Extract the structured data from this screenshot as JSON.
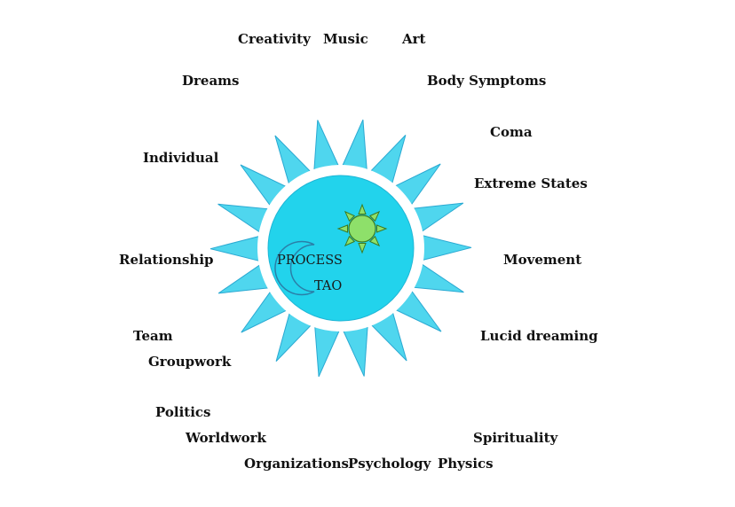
{
  "center": {
    "line1": "PROCESS",
    "line2": "TAO"
  },
  "labels": [
    {
      "text": "Creativity"
    },
    {
      "text": "Music"
    },
    {
      "text": "Art"
    },
    {
      "text": "Dreams"
    },
    {
      "text": "Body Symptoms"
    },
    {
      "text": "Coma"
    },
    {
      "text": "Individual"
    },
    {
      "text": "Extreme States"
    },
    {
      "text": "Relationship"
    },
    {
      "text": "Movement"
    },
    {
      "text": "Team"
    },
    {
      "text": "Lucid dreaming"
    },
    {
      "text": "Groupwork"
    },
    {
      "text": "Politics"
    },
    {
      "text": "Worldwork"
    },
    {
      "text": "Spirituality"
    },
    {
      "text": "Organizations"
    },
    {
      "text": "Psychology"
    },
    {
      "text": "Physics"
    }
  ],
  "colors": {
    "ray_fill": "#4fd6ee",
    "ray_stroke": "#2aa9d2",
    "ring": "#ffffff",
    "disc": "#22d3ec",
    "sun_fill": "#8ee06a",
    "sun_stroke": "#3c7a22",
    "moon_stroke": "#2a7fa8"
  }
}
